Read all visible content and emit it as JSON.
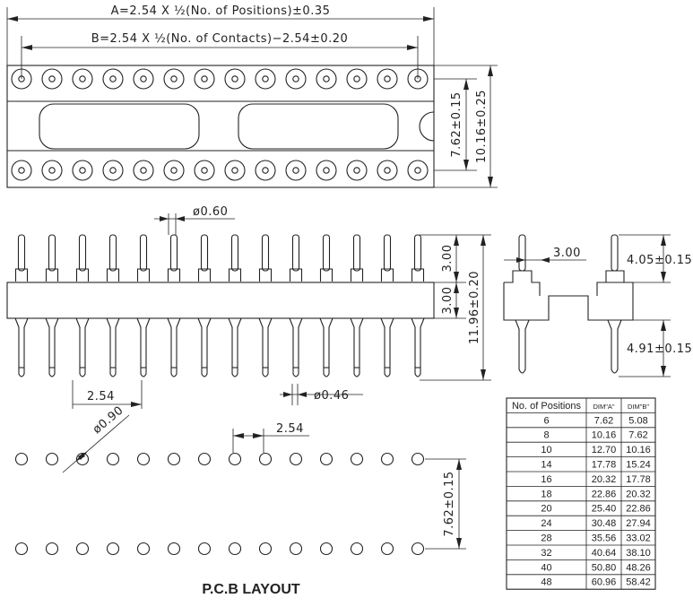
{
  "top_view": {
    "dim_a": "A=2.54 X ½(No. of Positions)±0.35",
    "dim_b": "B=2.54 X ½(No. of Contacts)−2.54±0.20",
    "pin_pitch_h": "7.62±0.15",
    "body_width": "10.16±0.25"
  },
  "front_view": {
    "pin_tip_dia": "ø0.60",
    "upper_pin": "3.00",
    "body": "3.00",
    "overall_height": "11.96±0.20",
    "pitch": "2.54",
    "tail_dia": "ø0.46"
  },
  "side_view": {
    "width": "3.00",
    "top_height": "4.05±0.15",
    "tail_length": "4.91±0.15"
  },
  "pcb": {
    "hole_dia": "ø0.90",
    "pitch": "2.54",
    "row_spacing": "7.62±0.15",
    "title": "P.C.B  LAYOUT"
  },
  "table": {
    "headers": [
      "No. of Positions",
      "DIM\"A\"",
      "DIM\"B\""
    ],
    "rows": [
      [
        "6",
        "7.62",
        "5.08"
      ],
      [
        "8",
        "10.16",
        "7.62"
      ],
      [
        "10",
        "12.70",
        "10.16"
      ],
      [
        "14",
        "17.78",
        "15.24"
      ],
      [
        "16",
        "20.32",
        "17.78"
      ],
      [
        "18",
        "22.86",
        "20.32"
      ],
      [
        "20",
        "25.40",
        "22.86"
      ],
      [
        "24",
        "30.48",
        "27.94"
      ],
      [
        "28",
        "35.56",
        "33.02"
      ],
      [
        "32",
        "40.64",
        "38.10"
      ],
      [
        "40",
        "50.80",
        "48.26"
      ],
      [
        "48",
        "60.96",
        "58.42"
      ]
    ]
  }
}
